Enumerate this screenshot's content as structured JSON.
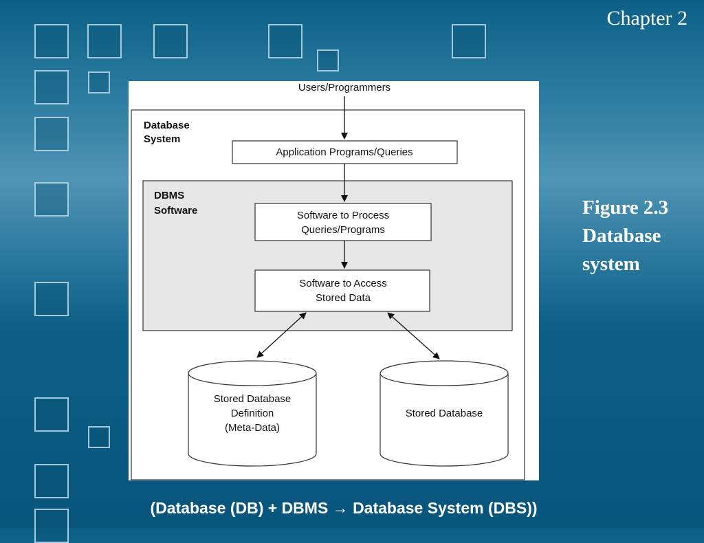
{
  "slide": {
    "header": "Chapter 2",
    "caption_lines": [
      "Figure 2.3",
      "Database",
      "system"
    ],
    "footer_note": "(Database (DB) + DBMS → Database System (DBS))"
  },
  "diagram": {
    "top_label": "Users/Programmers",
    "outer_box_label_lines": [
      "Database",
      "System"
    ],
    "app_box_label": "Application Programs/Queries",
    "dbms_box_label_lines": [
      "DBMS",
      "Software"
    ],
    "process_box_lines": [
      "Software to Process",
      "Queries/Programs"
    ],
    "access_box_lines": [
      "Software to Access",
      "Stored Data"
    ],
    "meta_cylinder_lines": [
      "Stored Database",
      "Definition",
      "(Meta-Data)"
    ],
    "data_cylinder_label": "Stored Database"
  },
  "colors": {
    "background": "#0b5f86",
    "dbms_fill": "#e6e6e6",
    "text": "#111111"
  }
}
